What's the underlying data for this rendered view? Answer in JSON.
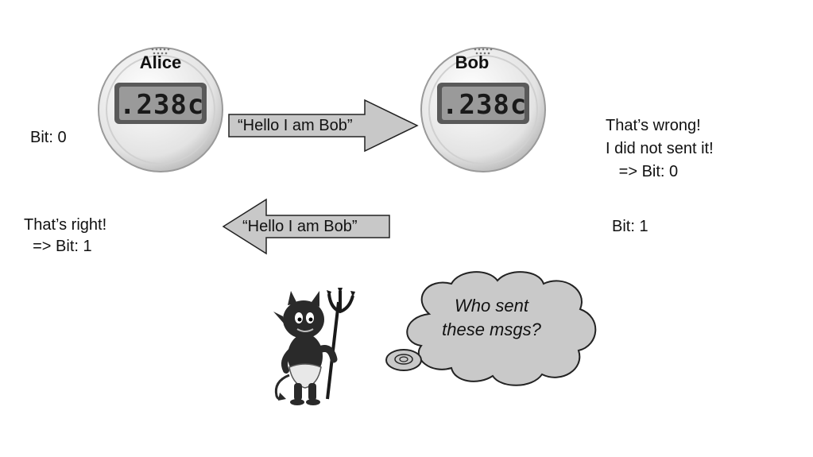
{
  "alice": {
    "name": "Alice",
    "display": ".238c",
    "bit_text": "Bit: 0",
    "response_line1": "That’s right!",
    "response_line2": "  => Bit: 1"
  },
  "bob": {
    "name": "Bob",
    "display": ".238c",
    "bit_text": "Bit: 1",
    "response_line1": "That’s wrong!",
    "response_line2": "I did not sent it!",
    "response_line3": "   => Bit: 0"
  },
  "arrows": {
    "to_bob": "“Hello I am Bob”",
    "to_alice": "“Hello I am Bob”"
  },
  "adversary": {
    "icon": "devil-icon",
    "thought_line1": "Who sent",
    "thought_line2": "these msgs?"
  },
  "colors": {
    "arrow_fill": "#c8c8c8",
    "device_body": "#e6e6e6",
    "lcd": "#9a9a9a",
    "cloud_fill": "#c9c9c9"
  }
}
